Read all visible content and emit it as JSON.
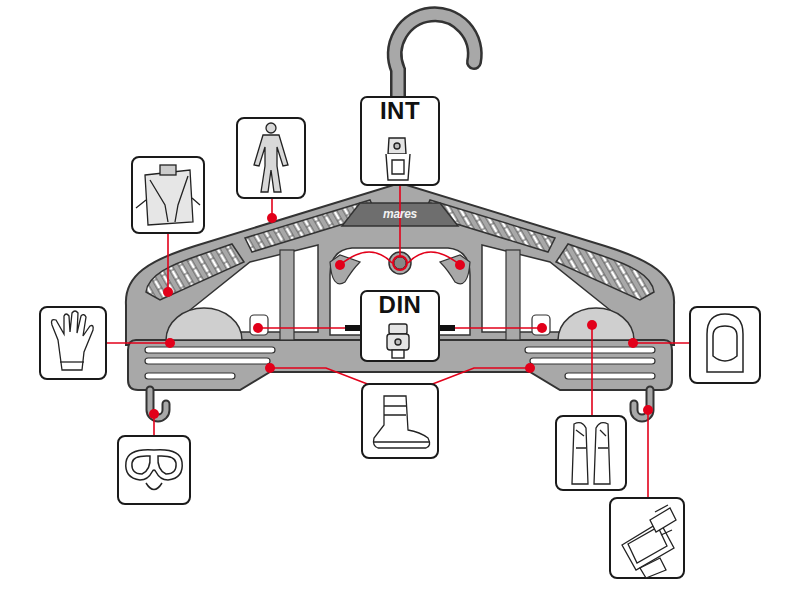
{
  "diagram": {
    "nodes": [
      {
        "text": [
          "INT"
        ]
      },
      {
        "text": [
          "DIN"
        ]
      }
    ],
    "labels": [
      "mares"
    ]
  }
}
